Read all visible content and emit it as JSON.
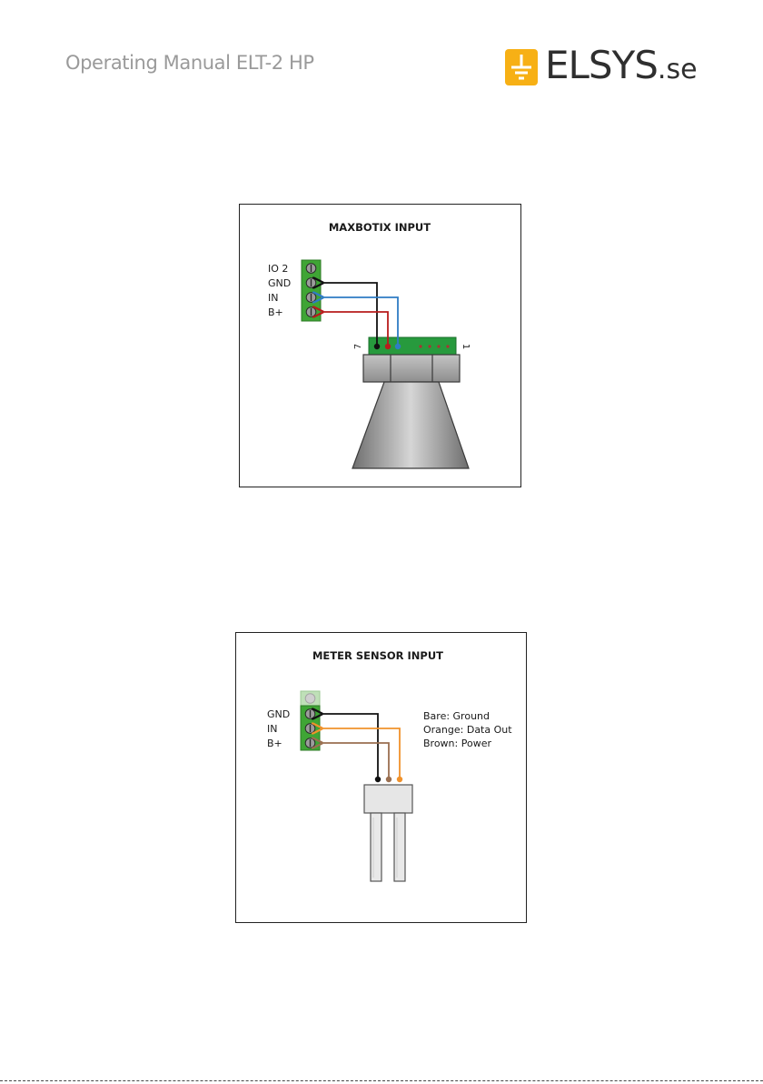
{
  "header": {
    "title": "Operating Manual ELT-2 HP",
    "logo_main": "ELSYS",
    "logo_suffix": ".se",
    "logo_color": "#f7b015"
  },
  "diagrams": {
    "maxbotix": {
      "title": "MAXBOTIX INPUT",
      "terminals": [
        "IO 2",
        "GND",
        "IN",
        "B+"
      ],
      "pin_left": "7",
      "pin_right": "1"
    },
    "meter": {
      "title": "METER SENSOR INPUT",
      "terminals": [
        "GND",
        "IN",
        "B+"
      ],
      "legend": [
        "Bare: Ground",
        "Orange: Data Out",
        "Brown: Power"
      ]
    }
  },
  "footer": {
    "link1": "",
    "link2": ""
  },
  "colors": {
    "terminal_green": "#3fa535",
    "wire_black": "#111111",
    "wire_blue": "#2f7cc4",
    "wire_red": "#b81c1c",
    "wire_orange": "#f0922b",
    "wire_brown": "#9a6f50"
  }
}
